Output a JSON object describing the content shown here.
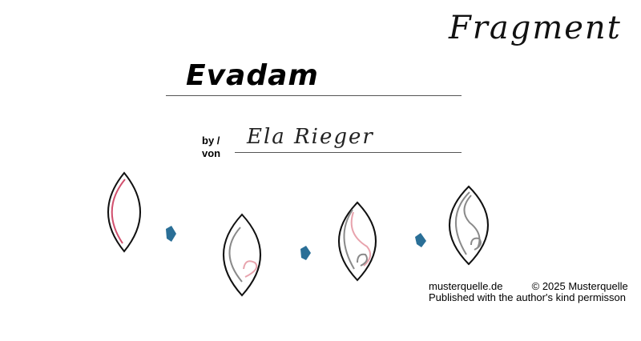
{
  "header": {
    "fragment_label": "Fragment"
  },
  "pattern": {
    "title": "Evadam",
    "by_label_line1": "by /",
    "by_label_line2": "von",
    "author": "Ela Rieger"
  },
  "credit": {
    "site": "musterquelle.de",
    "copyright": "© 2025 Musterquelle",
    "permission": "Published with the author's kind permisson"
  },
  "colors": {
    "outline": "#111111",
    "pink_line": "#d2506e",
    "pink_light": "#e8a3ad",
    "gray_line": "#8a8a8a",
    "arrow": "#2a6f97"
  }
}
